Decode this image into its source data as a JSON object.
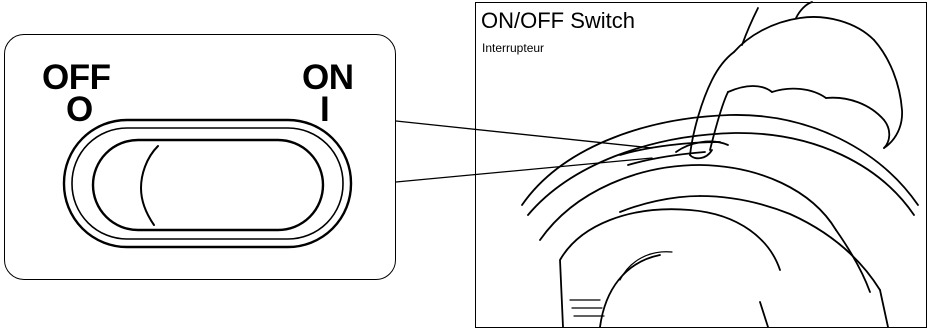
{
  "switch_panel": {
    "off_label": "OFF",
    "off_symbol": "O",
    "on_label": "ON",
    "on_symbol": "I"
  },
  "illustration": {
    "title": "ON/OFF Switch",
    "subtitle": "Interrupteur"
  },
  "colors": {
    "line": "#000000",
    "background": "#ffffff"
  }
}
